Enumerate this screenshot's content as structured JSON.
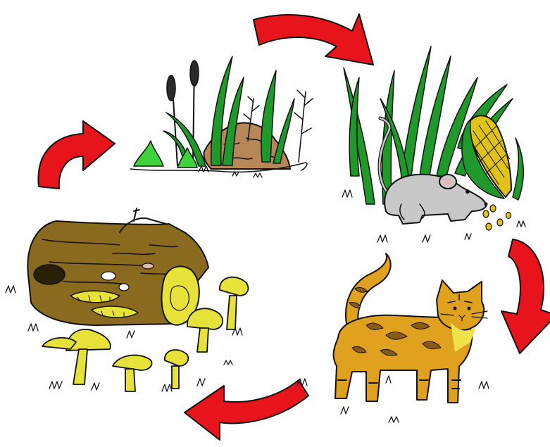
{
  "diagram": {
    "type": "cycle",
    "direction": "clockwise",
    "stages": [
      {
        "id": "plants",
        "icon": "plants-and-soil-icon"
      },
      {
        "id": "mouse",
        "icon": "mouse-eating-corn-icon"
      },
      {
        "id": "cat",
        "icon": "cat-icon"
      },
      {
        "id": "decomposers",
        "icon": "rotting-log-and-mushrooms-icon"
      }
    ],
    "arrows": [
      {
        "from": "decomposers",
        "to": "plants"
      },
      {
        "from": "plants",
        "to": "mouse"
      },
      {
        "from": "mouse",
        "to": "cat"
      },
      {
        "from": "cat",
        "to": "decomposers"
      }
    ]
  },
  "colors": {
    "arrow": "#e8141b",
    "grass": "#1f9a2a",
    "grass_light": "#3fd23a",
    "soil": "#b7875a",
    "mouse": "#c8c8c8",
    "corn": "#e0c21a",
    "cat": "#e0a21e",
    "cat_stripe": "#8a5a12",
    "log": "#8a6a1e",
    "fungus": "#e6e23a"
  }
}
